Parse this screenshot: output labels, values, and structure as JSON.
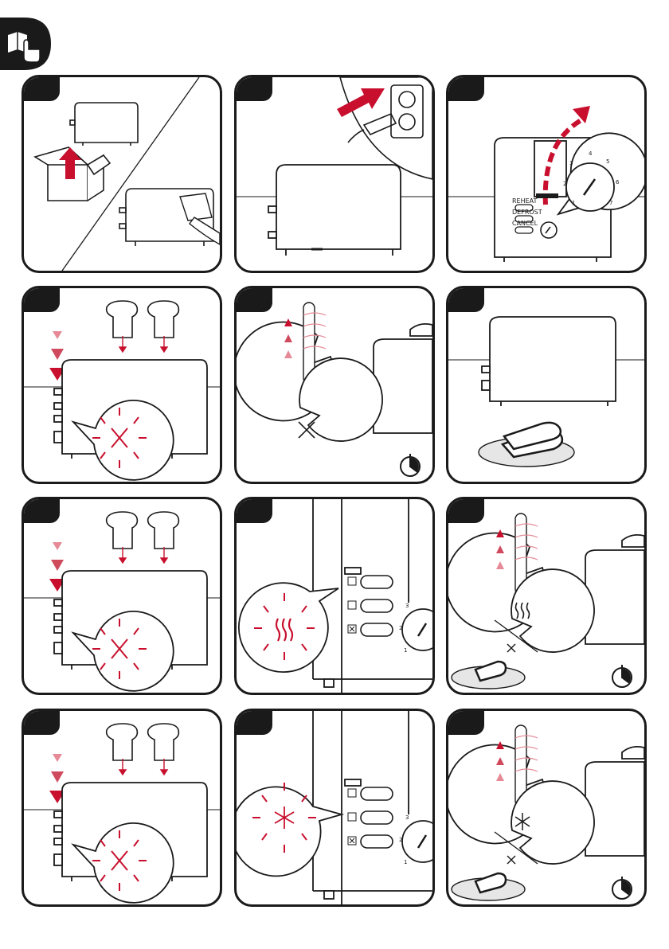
{
  "header": {
    "icon": "manual-hand-book-icon"
  },
  "colors": {
    "accent": "#c8102e",
    "accent_light": "#e58a96",
    "ink": "#1a1a1a",
    "plate": "#e6e6e6"
  },
  "panel3": {
    "buttons": [
      "REHEAT",
      "DEFROST",
      "CANCEL"
    ],
    "dial_numbers": [
      "1",
      "2",
      "3",
      "4",
      "5",
      "6",
      "7"
    ]
  },
  "panel8": {
    "dial_numbers": [
      "1",
      "2",
      "3"
    ]
  },
  "panel11": {
    "dial_numbers": [
      "1",
      "2",
      "3"
    ]
  }
}
